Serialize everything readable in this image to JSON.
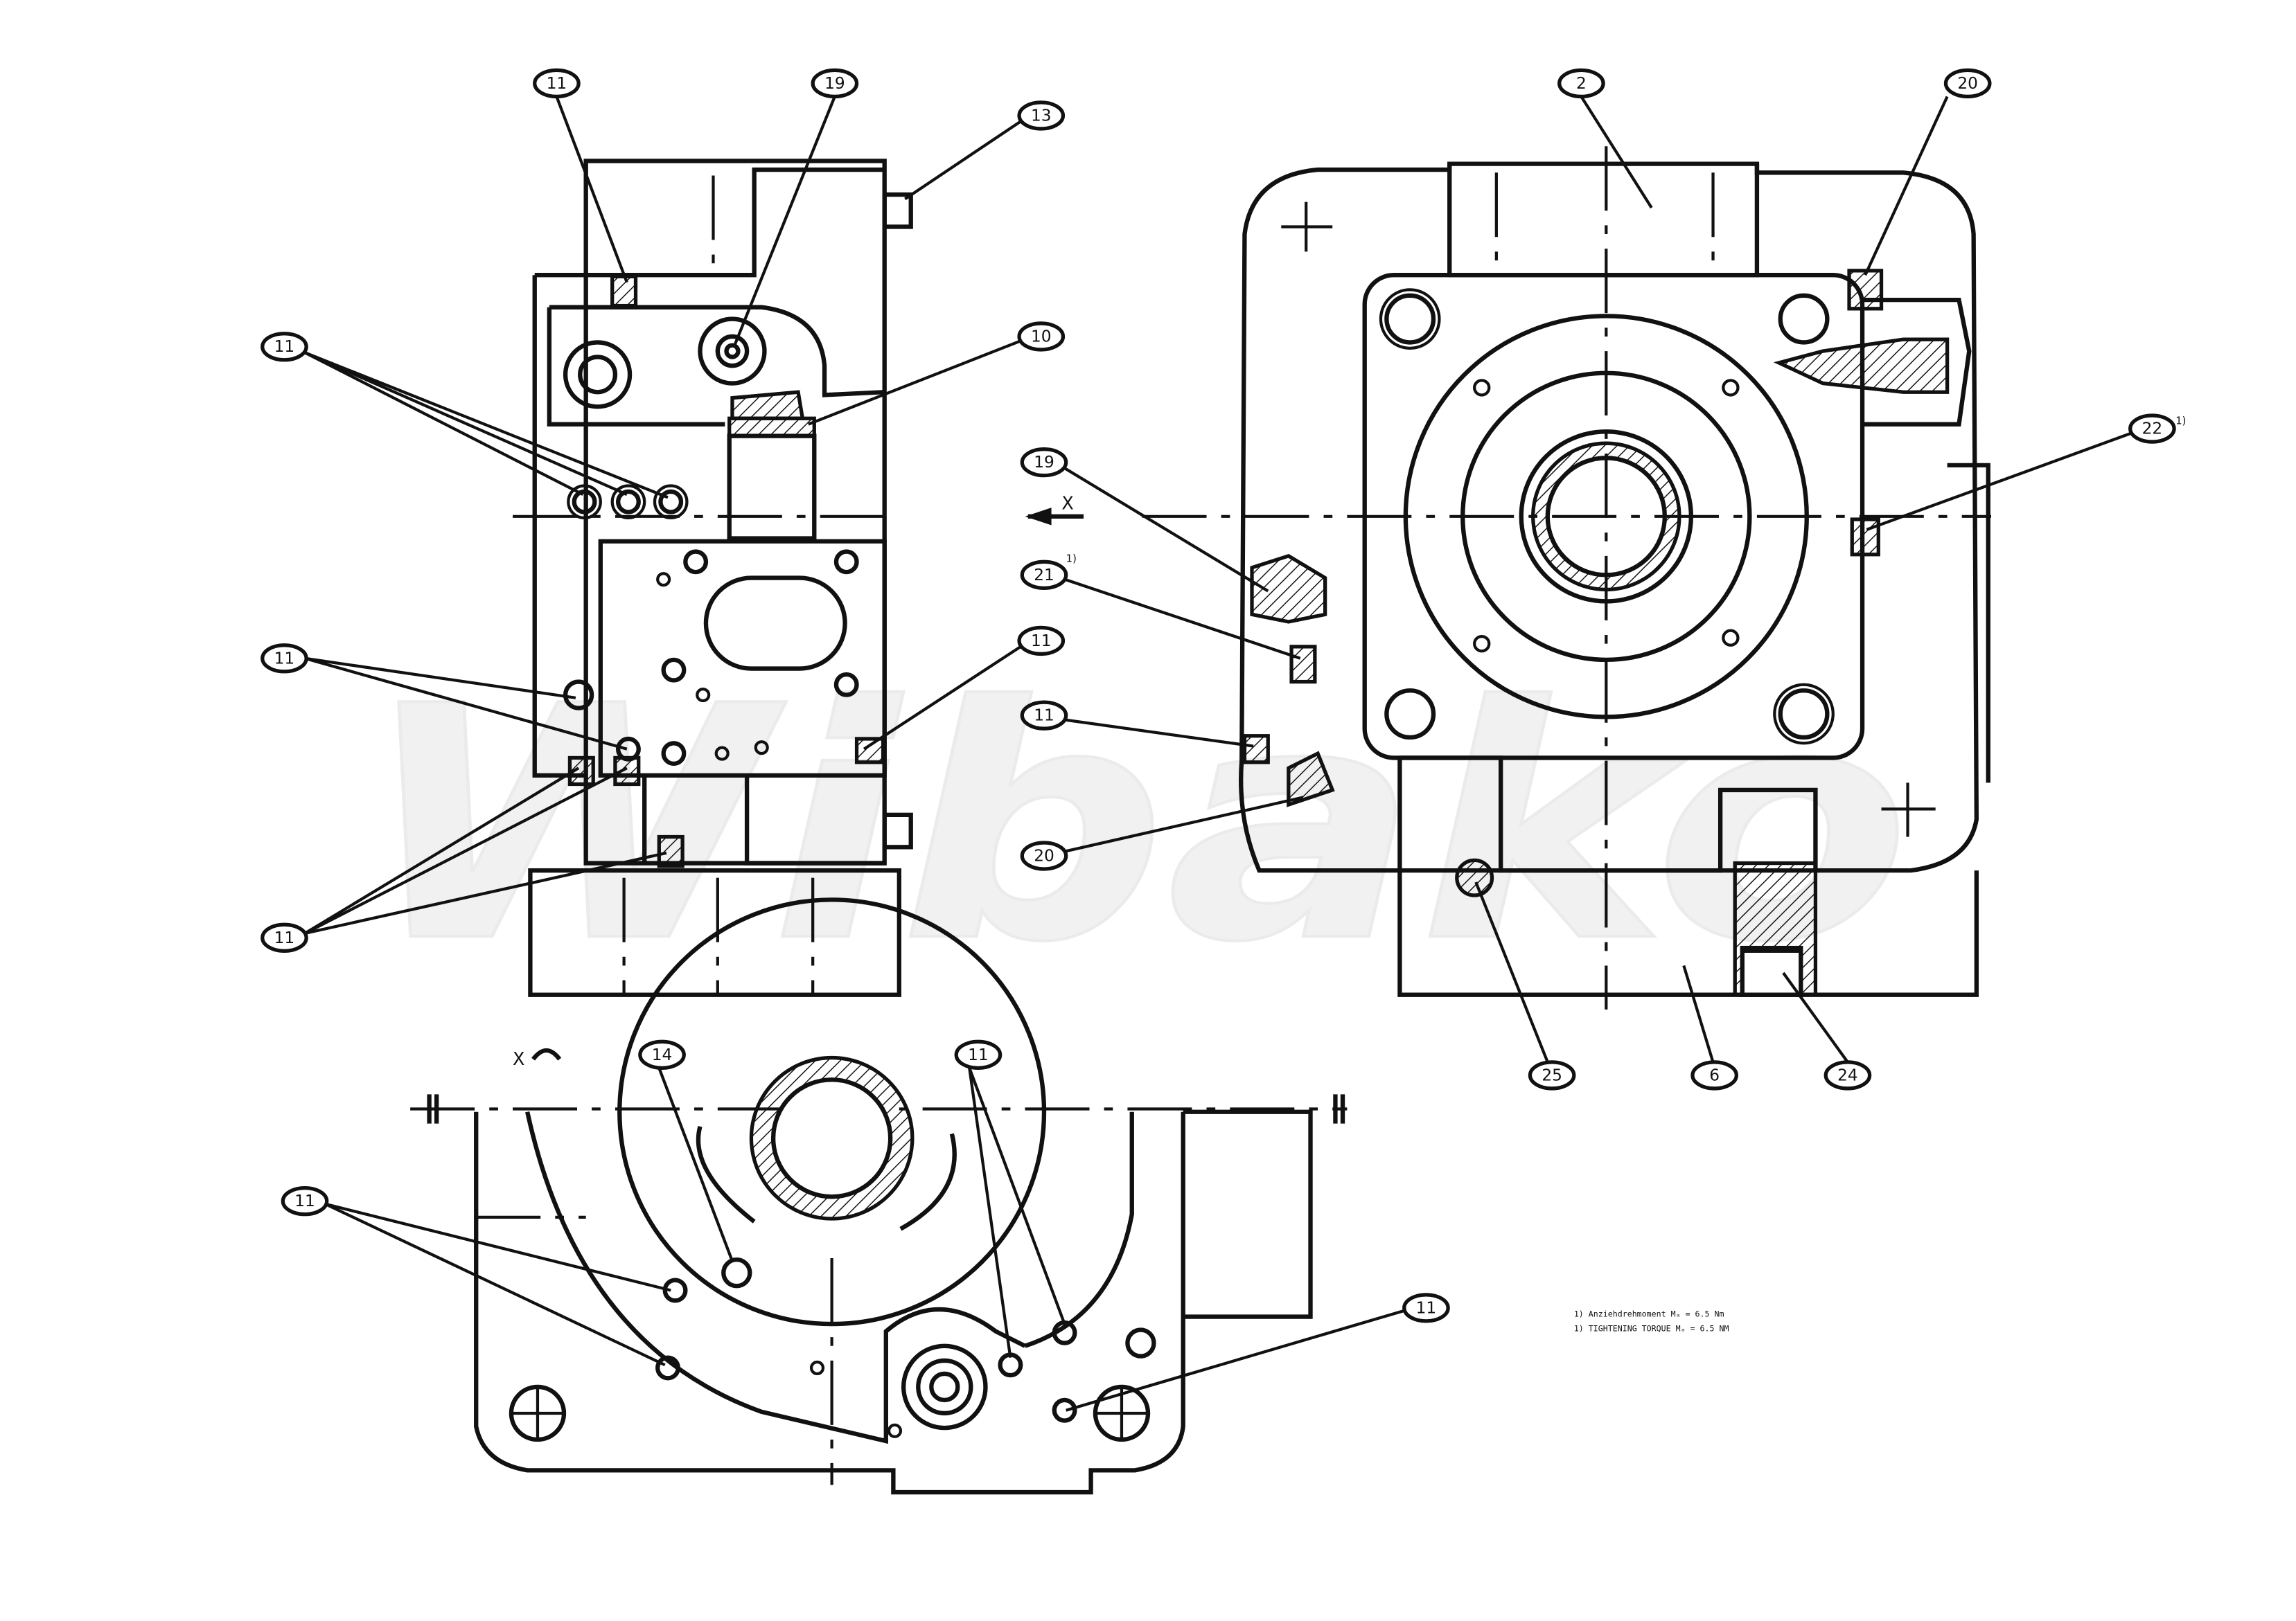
{
  "watermark": {
    "text": "Wibako"
  },
  "view_labels": {
    "arrow_x": "X",
    "view_x": "X"
  },
  "balloons": [
    {
      "id": "b1",
      "text": "11",
      "sup": ""
    },
    {
      "id": "b2",
      "text": "19",
      "sup": ""
    },
    {
      "id": "b3",
      "text": "13",
      "sup": ""
    },
    {
      "id": "b4",
      "text": "11",
      "sup": ""
    },
    {
      "id": "b5",
      "text": "10",
      "sup": ""
    },
    {
      "id": "b6",
      "text": "11",
      "sup": ""
    },
    {
      "id": "b7",
      "text": "11",
      "sup": ""
    },
    {
      "id": "b8",
      "text": "11",
      "sup": ""
    },
    {
      "id": "b9",
      "text": "2",
      "sup": ""
    },
    {
      "id": "b10",
      "text": "20",
      "sup": ""
    },
    {
      "id": "b11",
      "text": "22",
      "sup": "1)"
    },
    {
      "id": "b12",
      "text": "19",
      "sup": ""
    },
    {
      "id": "b13",
      "text": "21",
      "sup": "1)"
    },
    {
      "id": "b14",
      "text": "11",
      "sup": ""
    },
    {
      "id": "b15",
      "text": "20",
      "sup": ""
    },
    {
      "id": "b16",
      "text": "25",
      "sup": ""
    },
    {
      "id": "b17",
      "text": "6",
      "sup": ""
    },
    {
      "id": "b18",
      "text": "24",
      "sup": ""
    },
    {
      "id": "b19",
      "text": "14",
      "sup": ""
    },
    {
      "id": "b20",
      "text": "11",
      "sup": ""
    },
    {
      "id": "b21",
      "text": "11",
      "sup": ""
    },
    {
      "id": "b22",
      "text": "11",
      "sup": ""
    }
  ],
  "notes": {
    "line1": "1) Anziehdrehmoment Mₐ = 6.5 Nm",
    "line2": "1) TIGHTENING TORQUE Mₐ = 6.5 NM"
  }
}
